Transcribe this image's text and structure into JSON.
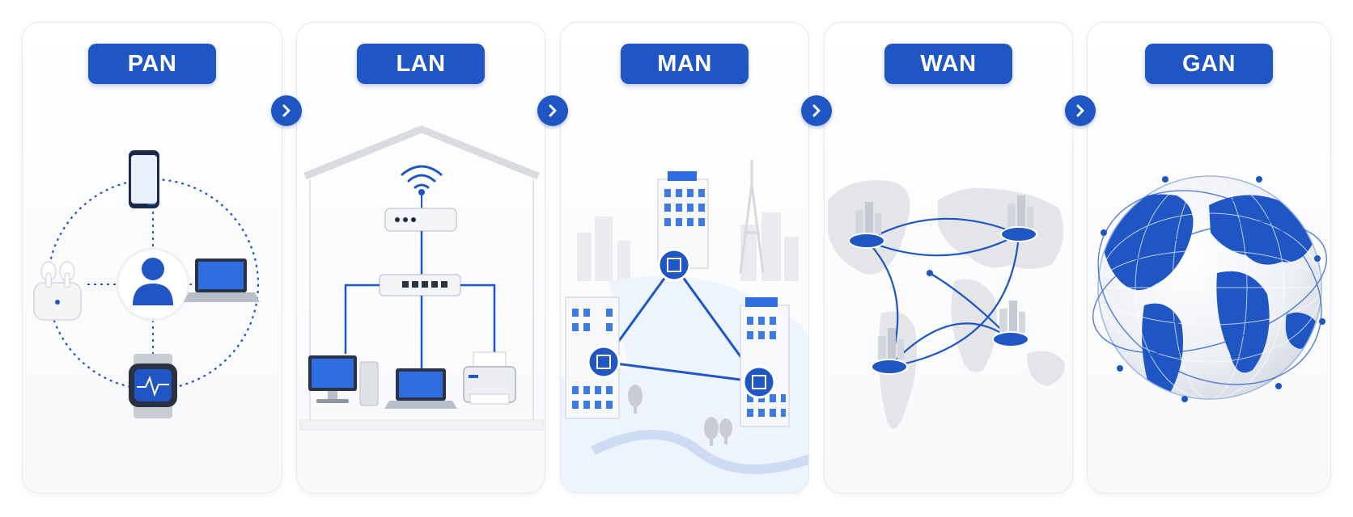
{
  "stages": [
    {
      "label": "PAN"
    },
    {
      "label": "LAN"
    },
    {
      "label": "MAN"
    },
    {
      "label": "WAN"
    },
    {
      "label": "GAN"
    }
  ],
  "colors": {
    "accent": "#1f56c3",
    "panel_border": "#e6e8ec",
    "device_gray": "#eef0f3"
  },
  "icons": [
    "chevron-right-icon",
    "user-icon",
    "smartphone-icon",
    "laptop-icon",
    "earbuds-icon",
    "smartwatch-icon",
    "house-icon",
    "wifi-icon",
    "router-icon",
    "network-switch-icon",
    "desktop-computer-icon",
    "printer-icon",
    "building-icon",
    "tower-icon",
    "world-map-icon",
    "city-node-icon",
    "globe-icon"
  ]
}
